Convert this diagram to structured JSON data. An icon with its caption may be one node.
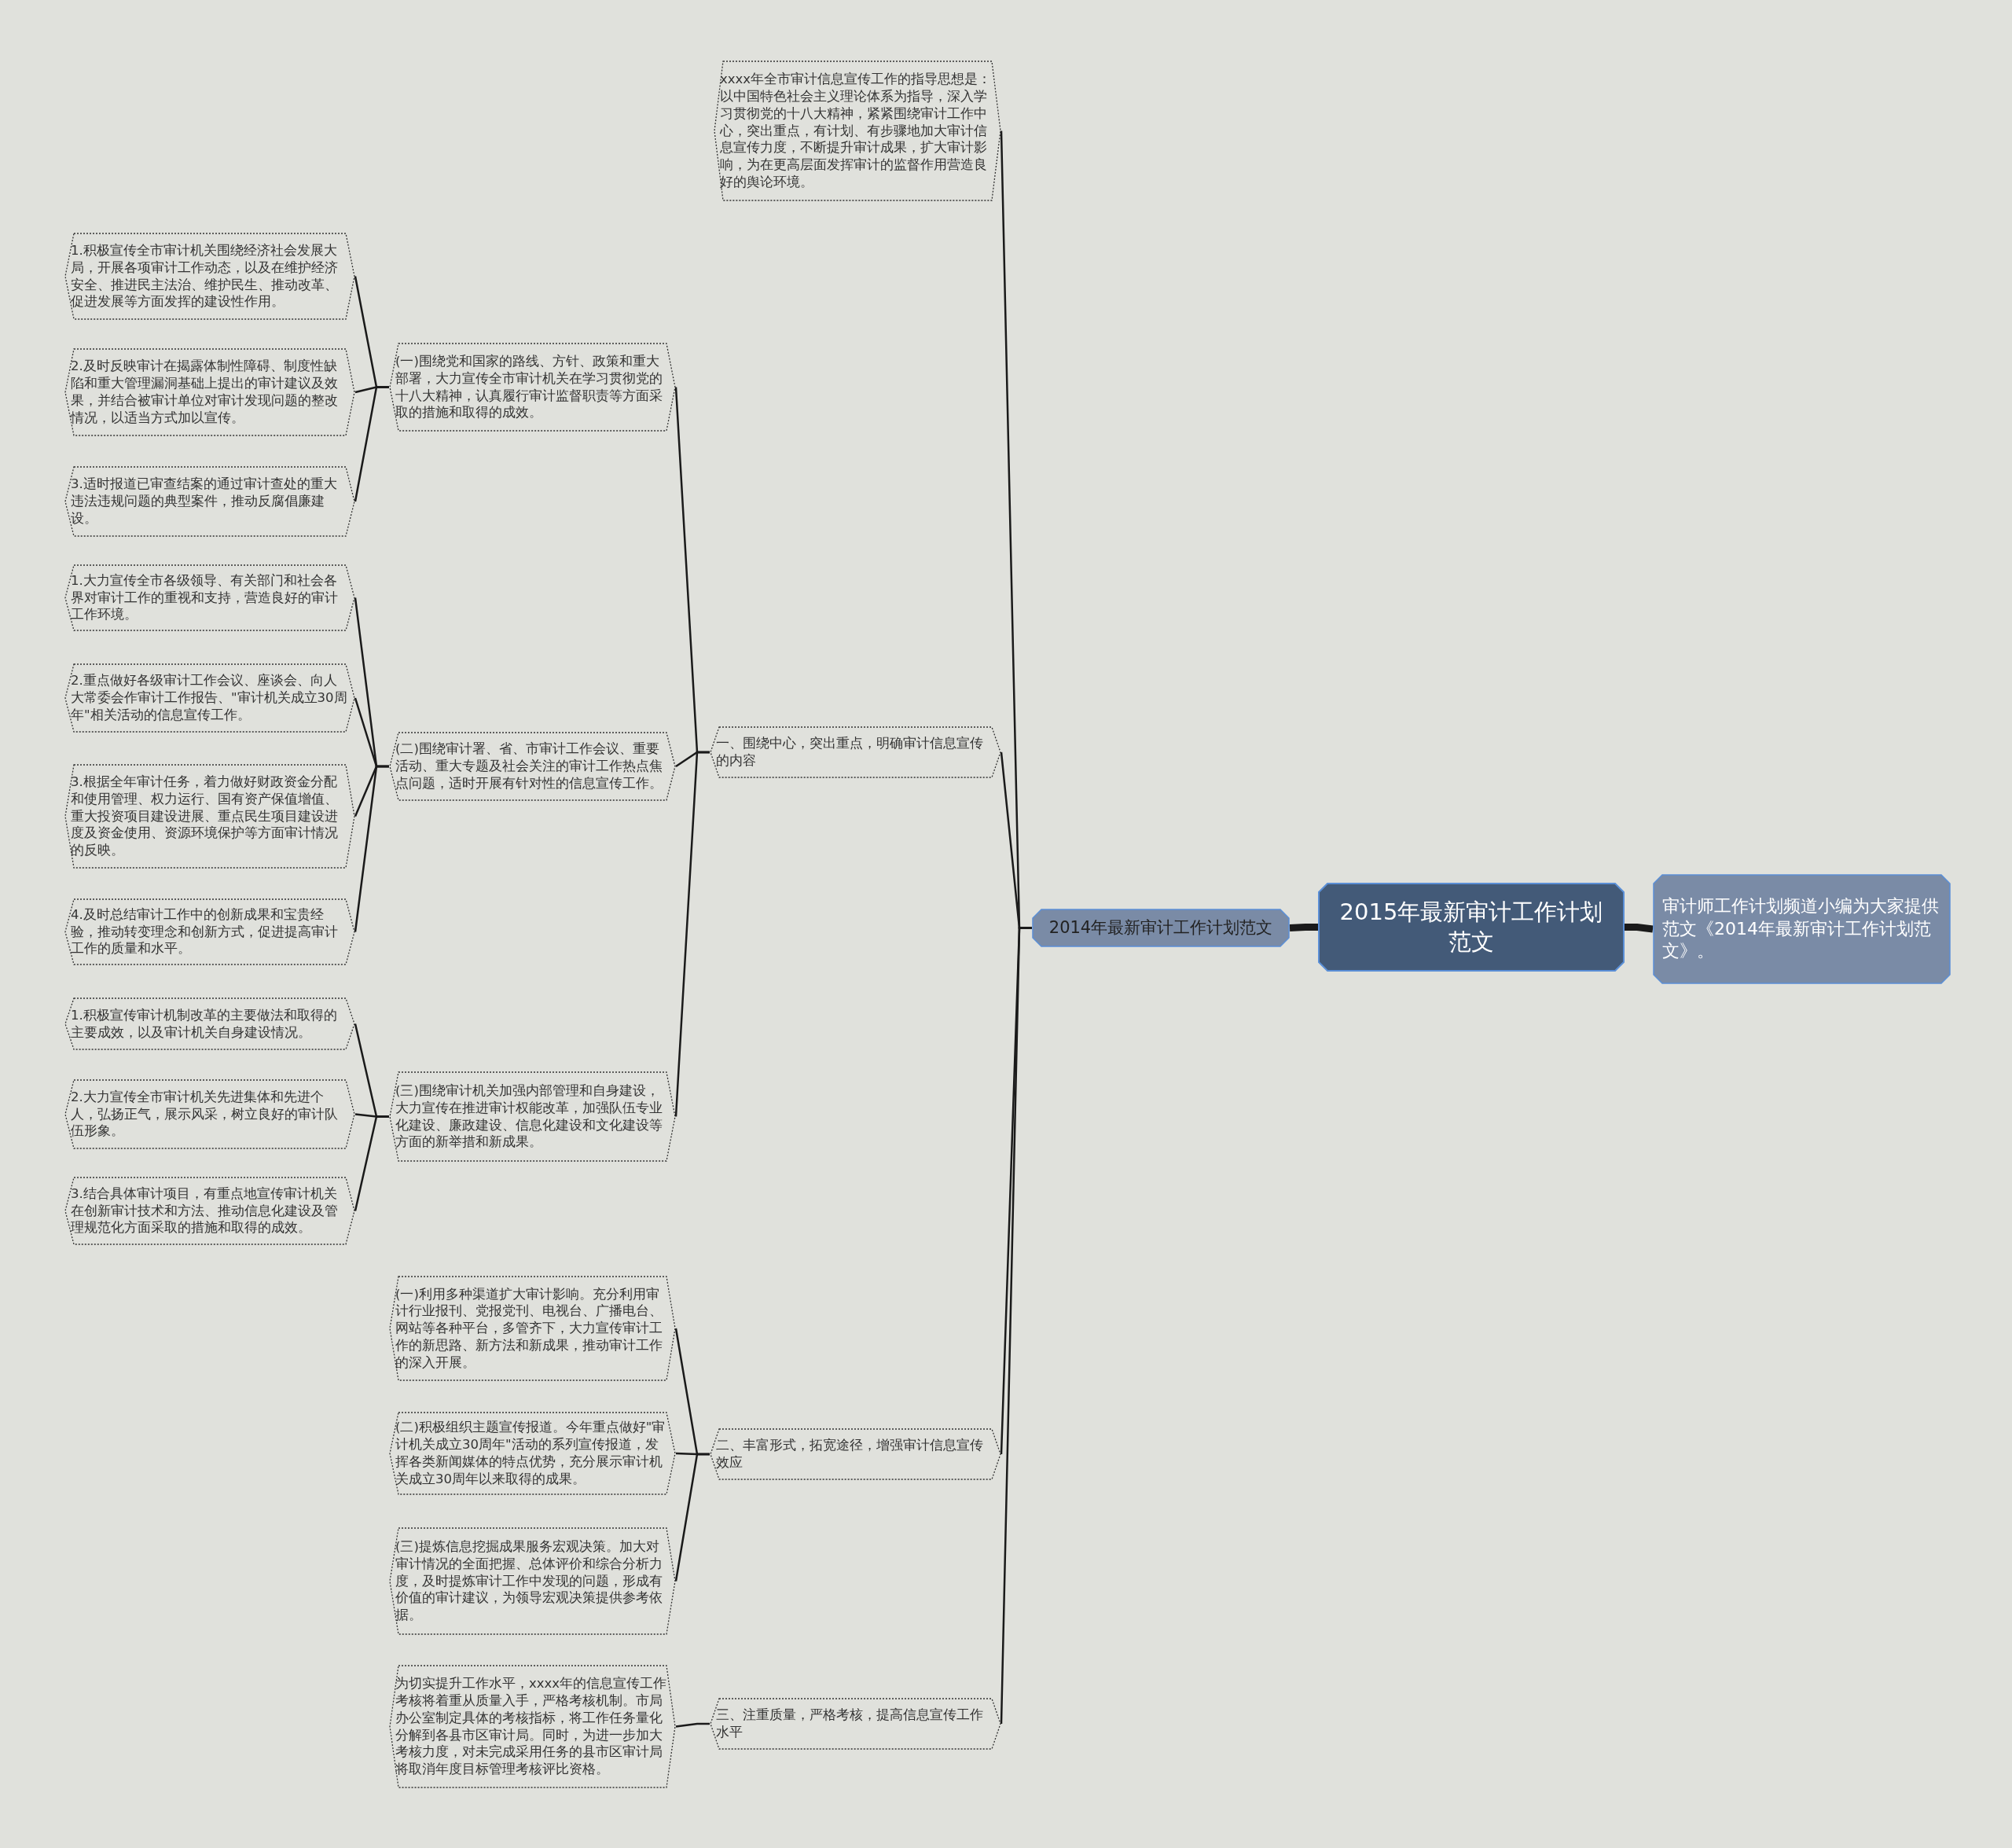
{
  "diagram": {
    "nodes": [
      {
        "text": [
          "2015年最新审计工作计划范文"
        ]
      },
      {
        "text": [
          "审计师工作计划频道小编为大家提供范文《2014年最新审计工作计划范文》。"
        ]
      },
      {
        "text": [
          "2014年最新审计工作计划范文"
        ]
      },
      {
        "text": [
          "xxxx年全市审计信息宣传工作的指导思想是：以中国特色社会主义理论体系为指导，深入学习贯彻党的十八大精神，紧紧围绕审计工作中心，突出重点，有计划、有步骤地加大审计信息宣传力度，不断提升审计成果，扩大审计影响，为在更高层面发挥审计的监督作用营造良好的舆论环境。"
        ]
      },
      {
        "text": [
          "一、围绕中心，突出重点，明确审计信息宣传的内容"
        ]
      },
      {
        "text": [
          "(一)围绕党和国家的路线、方针、政策和重大部署，大力宣传全市审计机关在学习贯彻党的十八大精神，认真履行审计监督职责等方面采取的措施和取得的成效。"
        ]
      },
      {
        "text": [
          "1.积极宣传全市审计机关围绕经济社会发展大局，开展各项审计工作动态，以及在维护经济安全、推进民主法治、维护民生、推动改革、促进发展等方面发挥的建设性作用。"
        ]
      },
      {
        "text": [
          "2.及时反映审计在揭露体制性障碍、制度性缺陷和重大管理漏洞基础上提出的审计建议及效果，并结合被审计单位对审计发现问题的整改情况，以适当方式加以宣传。"
        ]
      },
      {
        "text": [
          "3.适时报道已审查结案的通过审计查处的重大违法违规问题的典型案件，推动反腐倡廉建设。"
        ]
      },
      {
        "text": [
          "(二)围绕审计署、省、市审计工作会议、重要活动、重大专题及社会关注的审计工作热点焦点问题，适时开展有针对性的信息宣传工作。"
        ]
      },
      {
        "text": [
          "1.大力宣传全市各级领导、有关部门和社会各界对审计工作的重视和支持，营造良好的审计工作环境。"
        ]
      },
      {
        "text": [
          "2.重点做好各级审计工作会议、座谈会、向人大常委会作审计工作报告、\"审计机关成立30周年\"相关活动的信息宣传工作。"
        ]
      },
      {
        "text": [
          "3.根据全年审计任务，着力做好财政资金分配和使用管理、权力运行、国有资产保值增值、重大投资项目建设进展、重点民生项目建设进度及资金使用、资源环境保护等方面审计情况的反映。"
        ]
      },
      {
        "text": [
          "4.及时总结审计工作中的创新成果和宝贵经验，推动转变理念和创新方式，促进提高审计工作的质量和水平。"
        ]
      },
      {
        "text": [
          "(三)围绕审计机关加强内部管理和自身建设，大力宣传在推进审计权能改革，加强队伍专业化建设、廉政建设、信息化建设和文化建设等方面的新举措和新成果。"
        ]
      },
      {
        "text": [
          "1.积极宣传审计机制改革的主要做法和取得的主要成效，以及审计机关自身建设情况。"
        ]
      },
      {
        "text": [
          "2.大力宣传全市审计机关先进集体和先进个人，弘扬正气，展示风采，树立良好的审计队伍形象。"
        ]
      },
      {
        "text": [
          "3.结合具体审计项目，有重点地宣传审计机关在创新审计技术和方法、推动信息化建设及管理规范化方面采取的措施和取得的成效。"
        ]
      },
      {
        "text": [
          "二、丰富形式，拓宽途径，增强审计信息宣传效应"
        ]
      },
      {
        "text": [
          "(一)利用多种渠道扩大审计影响。充分利用审计行业报刊、党报党刊、电视台、广播电台、网站等各种平台，多管齐下，大力宣传审计工作的新思路、新方法和新成果，推动审计工作的深入开展。"
        ]
      },
      {
        "text": [
          "(二)积极组织主题宣传报道。今年重点做好\"审计机关成立30周年\"活动的系列宣传报道，发挥各类新闻媒体的特点优势，充分展示审计机关成立30周年以来取得的成果。"
        ]
      },
      {
        "text": [
          "(三)提炼信息挖掘成果服务宏观决策。加大对审计情况的全面把握、总体评价和综合分析力度，及时提炼审计工作中发现的问题，形成有价值的审计建议，为领导宏观决策提供参考依据。"
        ]
      },
      {
        "text": [
          "三、注重质量，严格考核，提高信息宣传工作水平"
        ]
      },
      {
        "text": [
          "为切实提升工作水平，xxxx年的信息宣传工作考核将着重从质量入手，严格考核机制。市局办公室制定具体的考核指标，将工作任务量化分解到各县市区审计局。同时，为进一步加大考核力度，对未完成采用任务的县市区审计局将取消年度目标管理考核评比资格。"
        ]
      }
    ],
    "edges": [
      {
        "from": 0,
        "to": 1,
        "arrow": "none",
        "style": "thick"
      },
      {
        "from": 0,
        "to": 2,
        "arrow": "none",
        "style": "thick"
      },
      {
        "from": 2,
        "to": 3,
        "arrow": "none"
      },
      {
        "from": 2,
        "to": 4,
        "arrow": "none"
      },
      {
        "from": 2,
        "to": 18,
        "arrow": "none"
      },
      {
        "from": 2,
        "to": 22,
        "arrow": "none"
      },
      {
        "from": 4,
        "to": 5,
        "arrow": "none"
      },
      {
        "from": 4,
        "to": 9,
        "arrow": "none"
      },
      {
        "from": 4,
        "to": 14,
        "arrow": "none"
      },
      {
        "from": 5,
        "to": 6,
        "arrow": "none"
      },
      {
        "from": 5,
        "to": 7,
        "arrow": "none"
      },
      {
        "from": 5,
        "to": 8,
        "arrow": "none"
      },
      {
        "from": 9,
        "to": 10,
        "arrow": "none"
      },
      {
        "from": 9,
        "to": 11,
        "arrow": "none"
      },
      {
        "from": 9,
        "to": 12,
        "arrow": "none"
      },
      {
        "from": 9,
        "to": 13,
        "arrow": "none"
      },
      {
        "from": 14,
        "to": 15,
        "arrow": "none"
      },
      {
        "from": 14,
        "to": 16,
        "arrow": "none"
      },
      {
        "from": 14,
        "to": 17,
        "arrow": "none"
      },
      {
        "from": 18,
        "to": 19,
        "arrow": "none"
      },
      {
        "from": 18,
        "to": 20,
        "arrow": "none"
      },
      {
        "from": 18,
        "to": 21,
        "arrow": "none"
      },
      {
        "from": 22,
        "to": 23,
        "arrow": "none"
      }
    ]
  }
}
